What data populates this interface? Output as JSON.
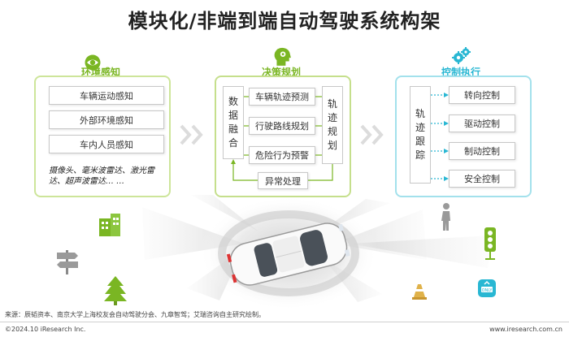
{
  "title": "模块化/非端到端自动驾驶系统构架",
  "colors": {
    "green": "#7ab623",
    "green_light": "#cde59a",
    "cyan": "#29b7d3",
    "cyan_light": "#a3e1ec"
  },
  "perception": {
    "header": "环境感知",
    "icon": "eye-icon",
    "items": [
      "车辆运动感知",
      "外部环境感知",
      "车内人员感知"
    ],
    "note": "摄像头、毫米波雷达、激光雷达、超声波雷达… …"
  },
  "decision": {
    "header": "决策规划",
    "icon": "head-gear-icon",
    "fusion": "数据融合",
    "planning": "轨迹规划",
    "items": [
      "车辆轨迹预测",
      "行驶路线规划",
      "危险行为预警"
    ],
    "exception": "异常处理"
  },
  "control": {
    "header": "控制执行",
    "icon": "gears-icon",
    "tracking": "轨迹跟踪",
    "items": [
      "转向控制",
      "驱动控制",
      "制动控制",
      "安全控制"
    ]
  },
  "footer": {
    "source": "来源：辰韬资本、南京大学上海校友会自动驾驶分会、九章智驾；艾瑞咨询自主研究绘制。",
    "copyright": "©2024.10 iResearch Inc.",
    "website": "www.iresearch.com.cn"
  }
}
